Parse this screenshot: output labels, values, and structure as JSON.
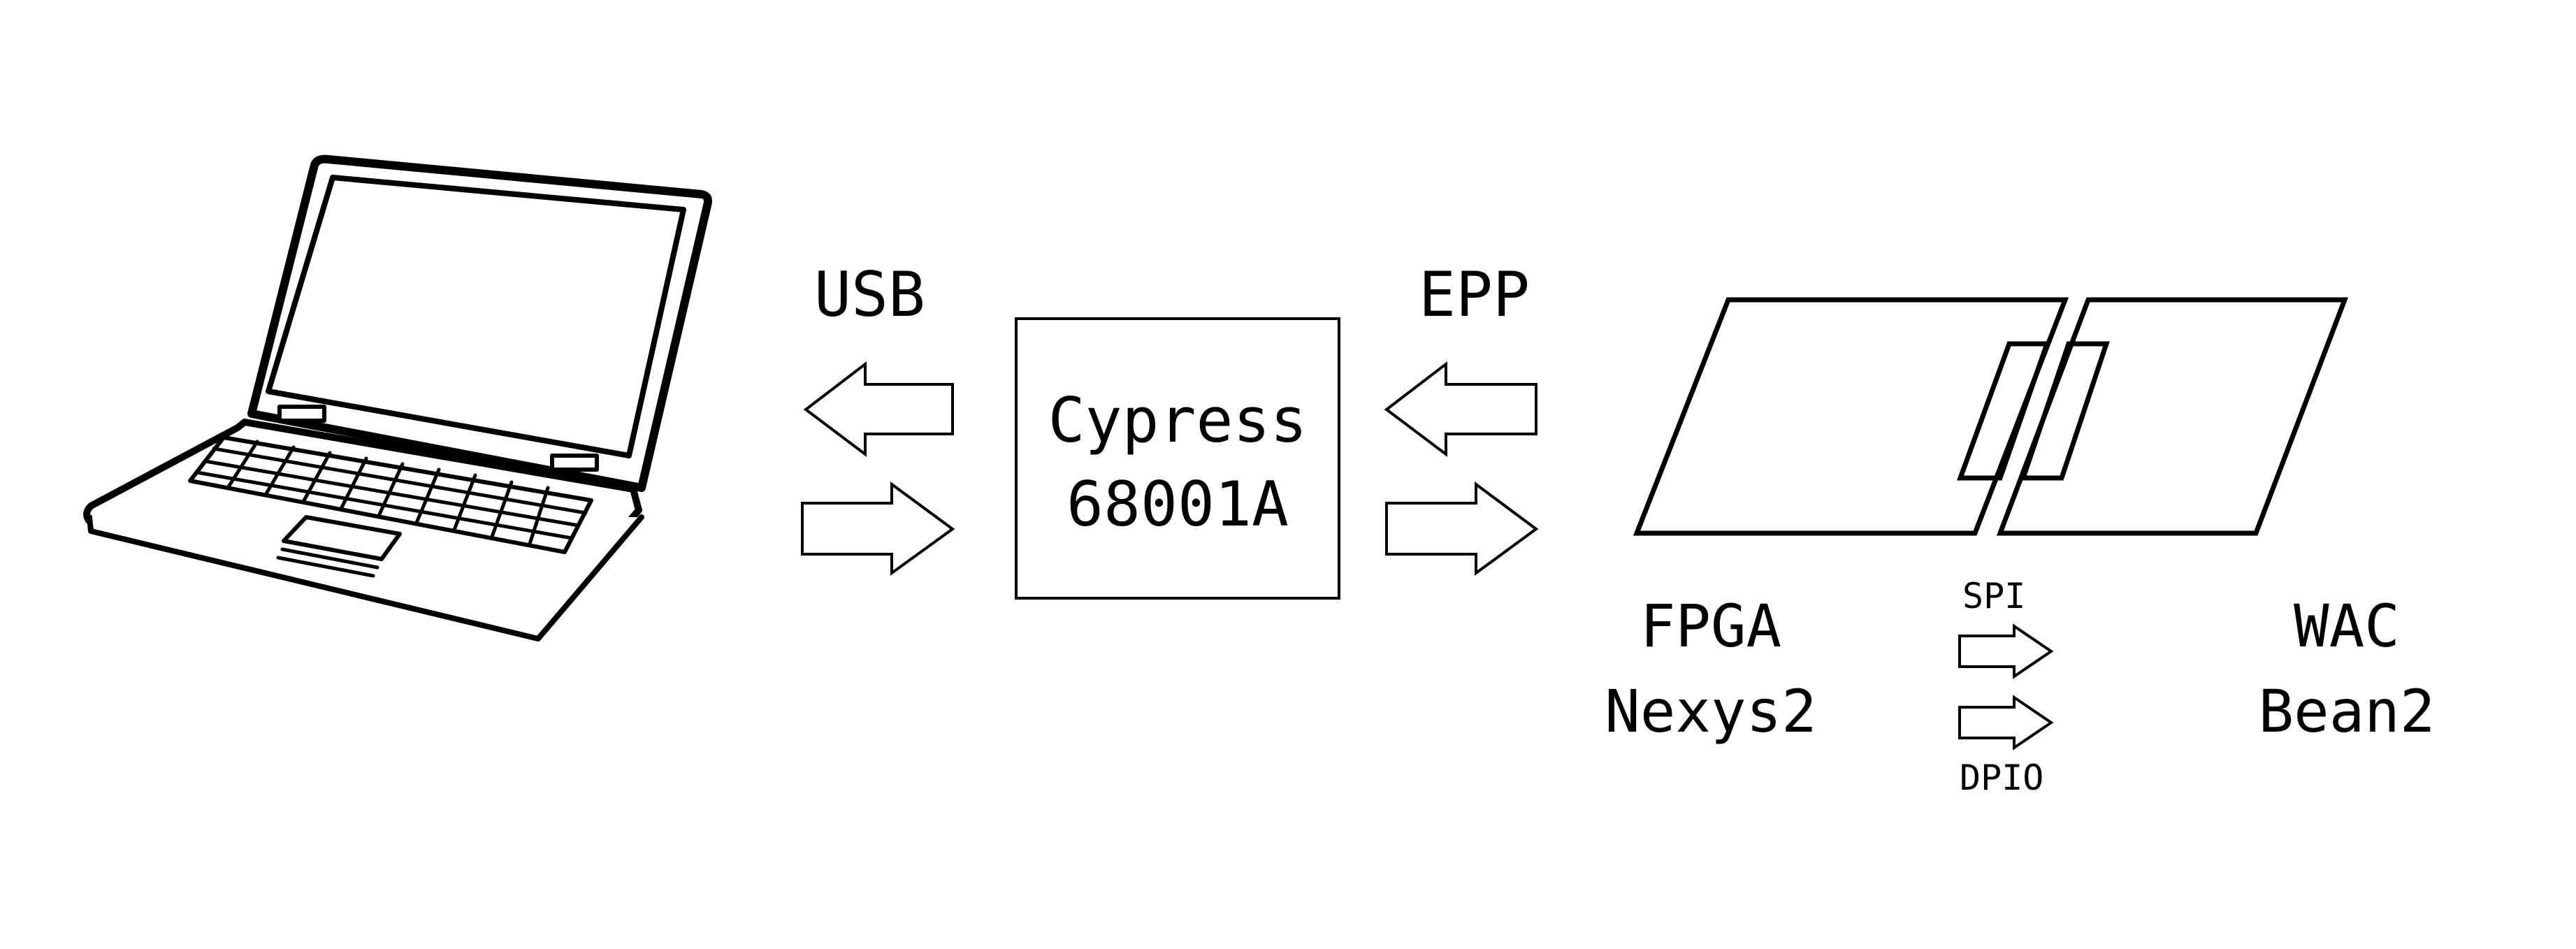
{
  "labels": {
    "usb": "USB",
    "epp": "EPP",
    "chip_line1": "Cypress",
    "chip_line2": "68001A",
    "fpga_line1": "FPGA",
    "fpga_line2": "Nexys2",
    "wac_line1": "WAC",
    "wac_line2": "Bean2",
    "spi": "SPI",
    "dpio": "DPIO"
  },
  "icons": {
    "laptop": "laptop-icon",
    "fpga_board": "fpga-board-shape",
    "wac_board": "wac-board-shape"
  }
}
